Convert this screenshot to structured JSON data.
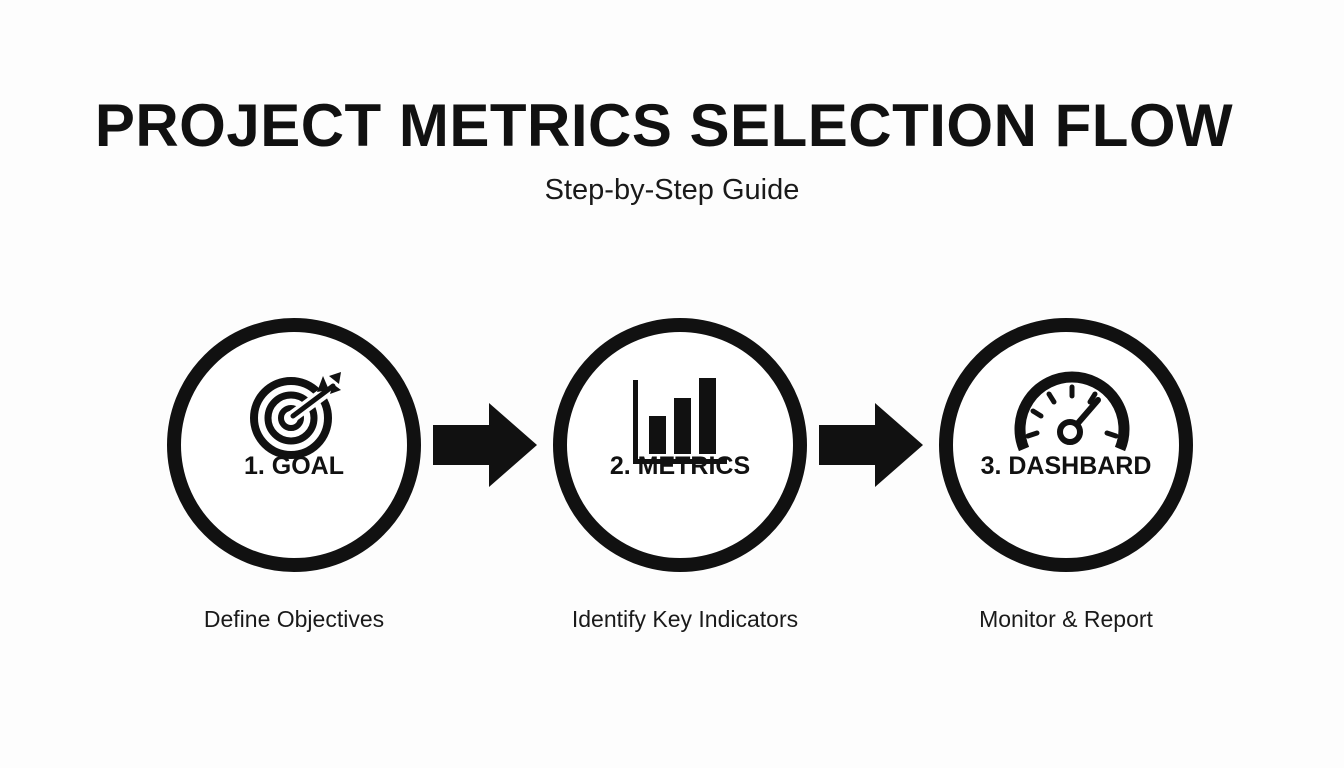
{
  "header": {
    "title": "PROJECT METRICS SELECTION FLOW",
    "subtitle": "Step-by-Step Guide"
  },
  "steps": [
    {
      "label": "1. GOAL",
      "description": "Define Objectives",
      "icon": "target-icon"
    },
    {
      "label": "2. METRICS",
      "description": "Identify Key Indicators",
      "icon": "bar-chart-icon"
    },
    {
      "label": "3. DASHBARD",
      "description": "Monitor & Report",
      "icon": "gauge-icon"
    }
  ],
  "connectors": [
    "arrow-right-icon",
    "arrow-right-icon"
  ],
  "colors": {
    "ink": "#111111",
    "background": "#fdfdfd"
  }
}
